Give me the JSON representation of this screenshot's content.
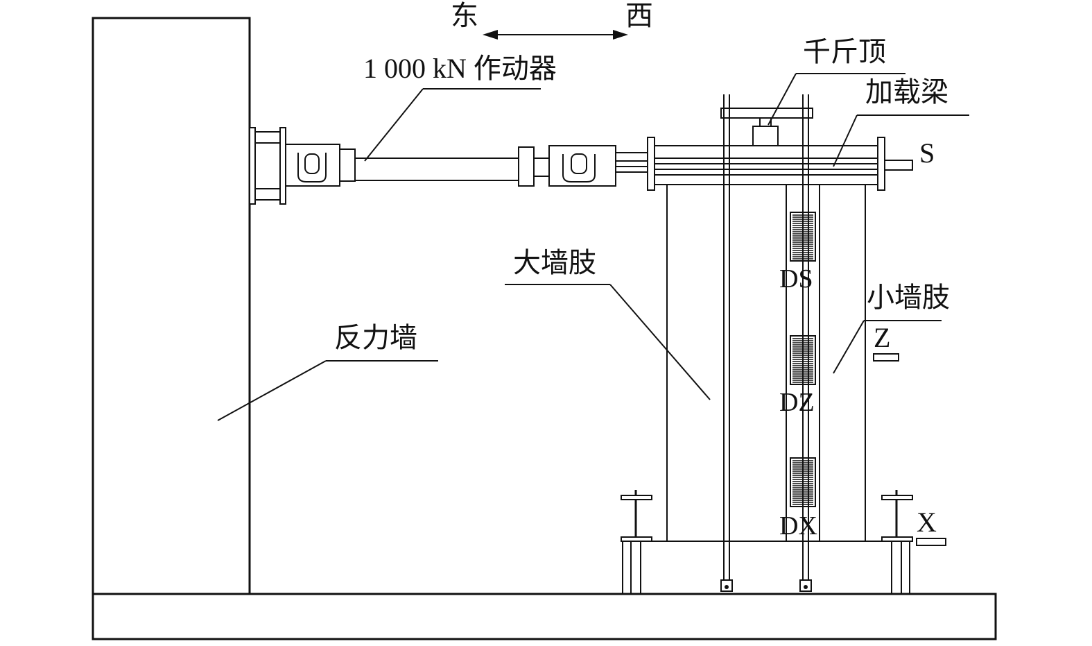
{
  "direction": {
    "east": "东",
    "west": "西"
  },
  "labels": {
    "actuator": "1 000 kN 作动器",
    "jack": "千斤顶",
    "loading_beam": "加载梁",
    "large_wall_limb": "大墙肢",
    "small_wall_limb": "小墙肢",
    "reaction_wall": "反力墙"
  },
  "sensors": {
    "top": "S",
    "middle": "Z",
    "bottom": "X",
    "gauge_top": "DS",
    "gauge_middle": "DZ",
    "gauge_bottom": "DX"
  }
}
